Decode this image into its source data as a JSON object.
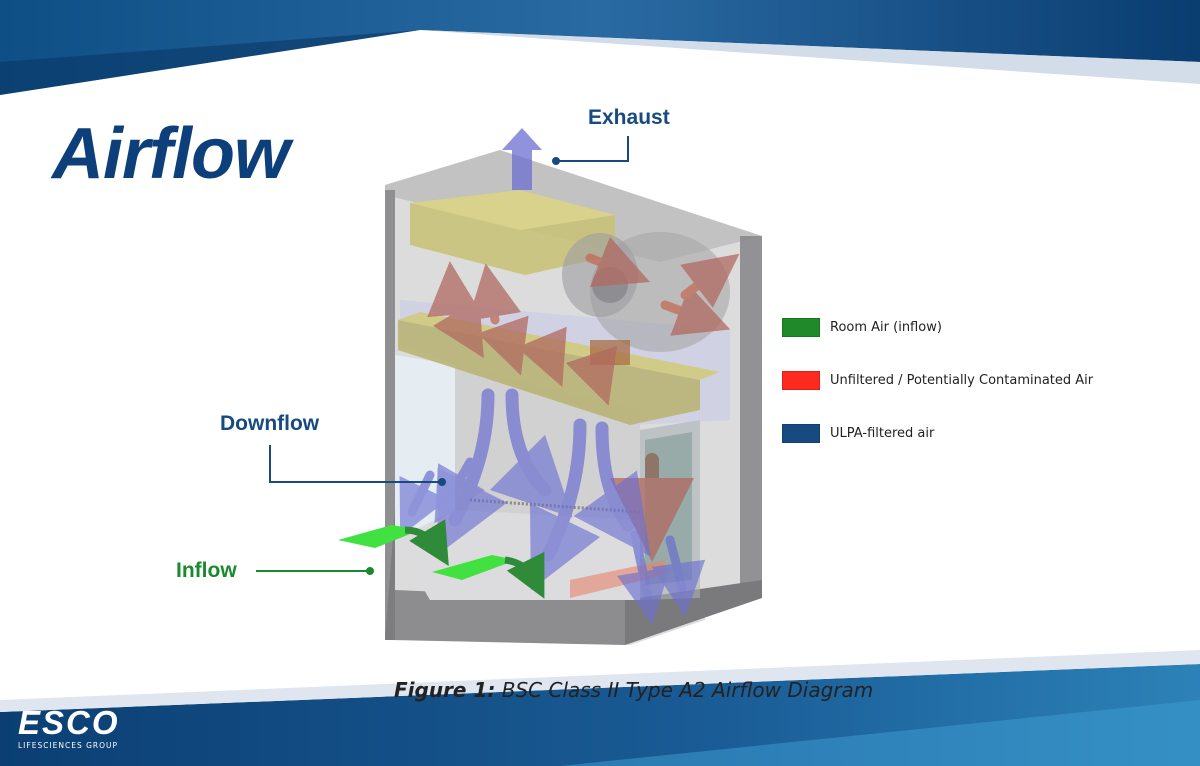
{
  "title": "Airflow",
  "callouts": {
    "exhaust": "Exhaust",
    "downflow": "Downflow",
    "inflow": "Inflow"
  },
  "legend": [
    {
      "label": "Room Air (inflow)",
      "color": "#1f8a2a"
    },
    {
      "label": "Unfiltered / Potentially Contaminated Air",
      "color": "#ff2a1f"
    },
    {
      "label": "ULPA-filtered air",
      "color": "#174a7e"
    }
  ],
  "caption": {
    "prefix": "Figure 1:",
    "text": " BSC Class II Type A2 Airflow Diagram"
  },
  "logo": {
    "word": "ESCO",
    "sub": "LIFESCIENCES GROUP"
  },
  "colors": {
    "brand_blue": "#0d3f7a",
    "inflow_green": "#1a8a2e",
    "arrow_blue": "#6b6fd0",
    "arrow_red": "#d9705a",
    "filter_yellow": "#c9c27a"
  }
}
